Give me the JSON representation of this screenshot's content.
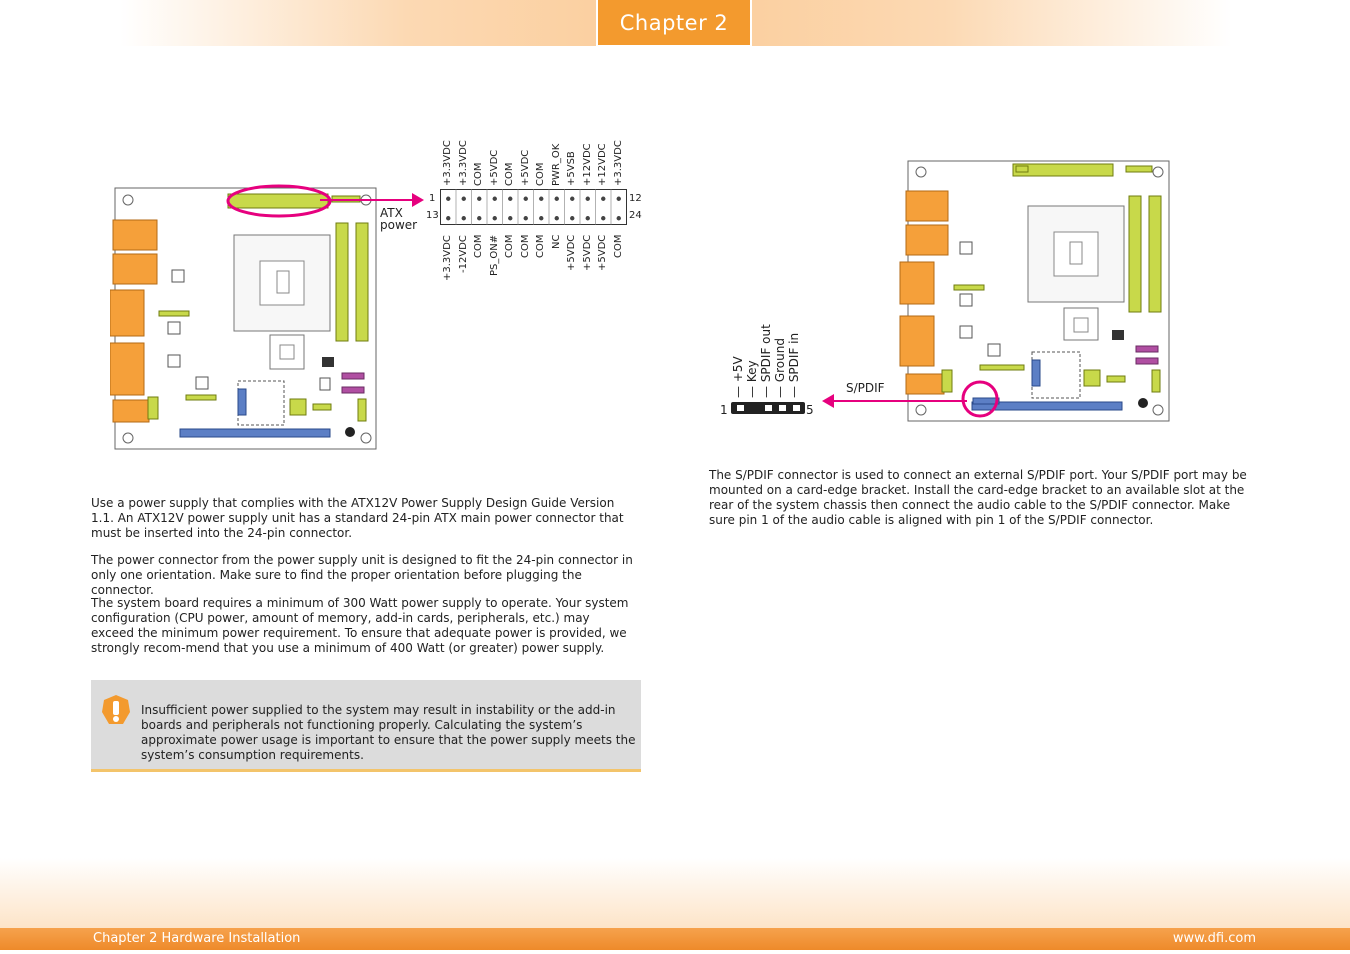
{
  "header": {
    "chapter_label": "Chapter 2"
  },
  "footer": {
    "left": "Chapter 2 Hardware Installation",
    "right": "www.dfi.com"
  },
  "atx": {
    "label_line1": "ATX",
    "label_line2": "power",
    "pin_1": "1",
    "pin_12": "12",
    "pin_13": "13",
    "pin_24": "24",
    "top_pins": [
      "+3.3VDC",
      "+3.3VDC",
      "COM",
      "+5VDC",
      "COM",
      "+5VDC",
      "COM",
      "PWR_OK",
      "+5VSB",
      "+12VDC",
      "+12VDC",
      "+3.3VDC"
    ],
    "bottom_pins": [
      "+3.3VDC",
      "-12VDC",
      "COM",
      "PS_ON#",
      "COM",
      "COM",
      "COM",
      "NC",
      "+5VDC",
      "+5VDC",
      "+5VDC",
      "COM"
    ],
    "paragraphs": [
      "Use a power supply that complies with the ATX12V Power Supply Design Guide Version 1.1. An ATX12V power supply unit has a standard 24-pin ATX main power connector that must be inserted into the 24-pin connector.",
      "The power connector from the power supply unit is designed to fit the 24-pin connector in only one orientation. Make sure to find the proper orientation before plugging the connector.",
      "The system board requires a minimum of 300 Watt power supply to operate. Your system configuration (CPU power, amount of memory, add-in cards, peripherals, etc.) may exceed the minimum power requirement. To ensure that adequate power is provided, we strongly recom-mend that you use a minimum of 400 Watt (or greater) power supply."
    ],
    "warning": "Insufficient power supplied to the system may result in instability or the add-in boards and peripherals not functioning properly. Calculating the system’s approximate power usage is important to ensure that the power supply meets the system’s consumption requirements."
  },
  "spdif": {
    "label": "S/PDIF",
    "pin_1": "1",
    "pin_5": "5",
    "pins": [
      "+5V",
      "Key",
      "SPDIF out",
      "Ground",
      "SPDIF in"
    ],
    "paragraph": "The S/PDIF connector is used to connect an external S/PDIF port. Your S/PDIF port may be mounted on a card-edge bracket. Install the card-edge bracket to an available slot at the rear of the system chassis then connect the audio cable to the S/PDIF connector. Make sure pin 1 of the audio cable is aligned with pin 1 of the S/PDIF connector."
  },
  "colors": {
    "accent": "#f39a2e",
    "highlight": "#e6007e",
    "slot_green": "#c8d94a",
    "port_orange": "#f5a03a"
  }
}
